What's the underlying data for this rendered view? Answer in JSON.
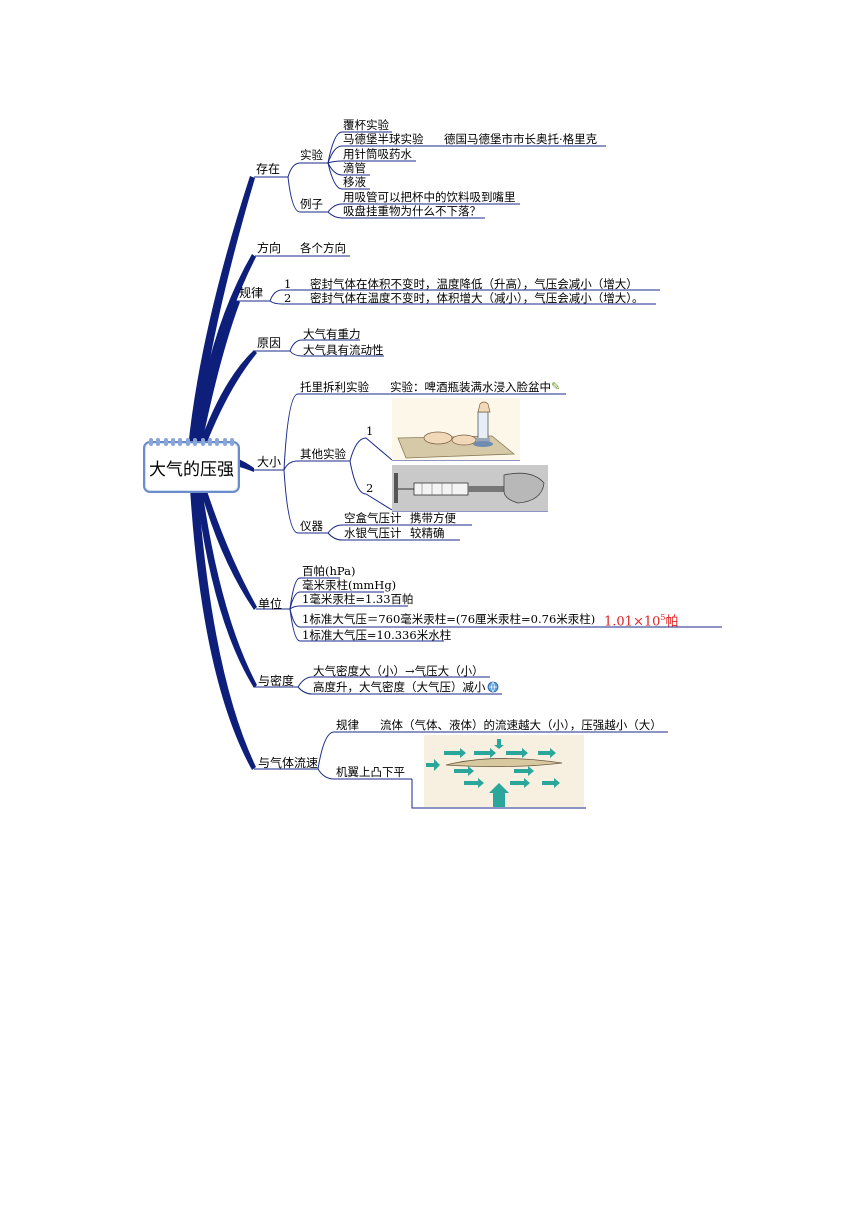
{
  "root": {
    "label": "大气的压强"
  },
  "branches": {
    "cunzai": {
      "label": "存在",
      "shiyan": {
        "label": "实验",
        "items": [
          "覆杯实验",
          "马德堡半球实验",
          "用针筒吸药水",
          "滴管",
          "移液"
        ],
        "madebao_note": "德国马德堡市市长奥托·格里克"
      },
      "lizi": {
        "label": "例子",
        "items": [
          "用吸管可以把杯中的饮料吸到嘴里",
          "吸盘挂重物为什么不下落？"
        ]
      }
    },
    "fangxiang": {
      "label": "方向",
      "value": "各个方向"
    },
    "guilv": {
      "label": "规律",
      "items": [
        {
          "num": "1",
          "text": "密封气体在体积不变时，温度降低（升高），气压会减小（增大）"
        },
        {
          "num": "2",
          "text": "密封气体在温度不变时，体积增大（减小），气压会减小（增大）。"
        }
      ]
    },
    "yuanyin": {
      "label": "原因",
      "items": [
        "大气有重力",
        "大气具有流动性"
      ]
    },
    "daxiao": {
      "label": "大小",
      "tuoli": {
        "label": "托里拆利实验",
        "note": "实验：啤酒瓶装满水浸入脸盆中"
      },
      "qita": {
        "label": "其他实验",
        "items": [
          "1",
          "2"
        ]
      },
      "yiqi": {
        "label": "仪器",
        "items": [
          {
            "name": "空盒气压计",
            "note": "携带方便"
          },
          {
            "name": "水银气压计",
            "note": "较精确"
          }
        ]
      }
    },
    "danwei": {
      "label": "单位",
      "items": [
        "百帕(hPa)",
        "毫米汞柱(mmHg)",
        "1毫米汞柱=1.33百帕",
        "1标准大气压＝760毫米汞柱=(76厘米汞柱=0.76米汞柱)",
        "1标准大气压=10.336米水柱"
      ],
      "highlight_main": "1.01×10",
      "highlight_sup": "5",
      "highlight_unit": "帕"
    },
    "midu": {
      "label": "与密度",
      "items": [
        "大气密度大（小）→气压大（小）",
        "高度升，大气密度（大气压）减小"
      ]
    },
    "liusu": {
      "label": "与气体流速",
      "guilv": {
        "label": "规律",
        "text": "流体（气体、液体）的流速越大（小），压强越小（大）"
      },
      "jiyi": {
        "label": "机翼上凸下平"
      }
    }
  },
  "colors": {
    "branch": "#0d1f7a",
    "line": "#1a2a8a",
    "box_border": "#6a8cc8",
    "highlight": "#e02020"
  }
}
